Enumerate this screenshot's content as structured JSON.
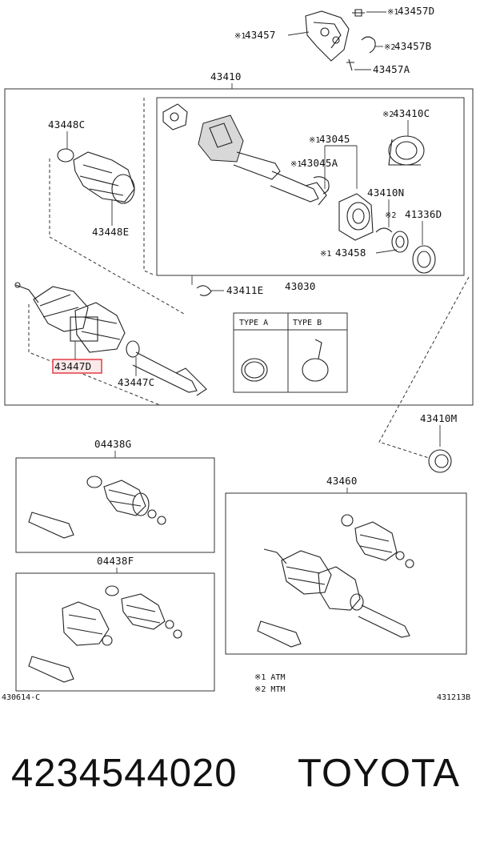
{
  "labels": {
    "p43457D": "43457D",
    "p43457": "43457",
    "p43457B": "43457B",
    "p43457A": "43457A",
    "p43410": "43410",
    "p43448C": "43448C",
    "p43410C": "43410C",
    "p43045": "43045",
    "p43045A": "43045A",
    "p43410N": "43410N",
    "p41336D": "41336D",
    "p43458": "43458",
    "p43448E": "43448E",
    "p43411E": "43411E",
    "p43030": "43030",
    "p43447D": "43447D",
    "p43447C": "43447C",
    "p43410M": "43410M",
    "p04438G": "04438G",
    "p43460": "43460",
    "p04438F": "04438F"
  },
  "marks": {
    "m1": "※1",
    "m2": "※2"
  },
  "types": {
    "a": "TYPE A",
    "b": "TYPE B"
  },
  "legend": {
    "l1": "※1 ATM",
    "l2": "※2 MTM"
  },
  "codes": {
    "left": "430614-C",
    "right": "431213B"
  },
  "highlight_color": "#e0303a",
  "footer": {
    "part_number": "4234544020",
    "brand": "TOYOTA"
  }
}
